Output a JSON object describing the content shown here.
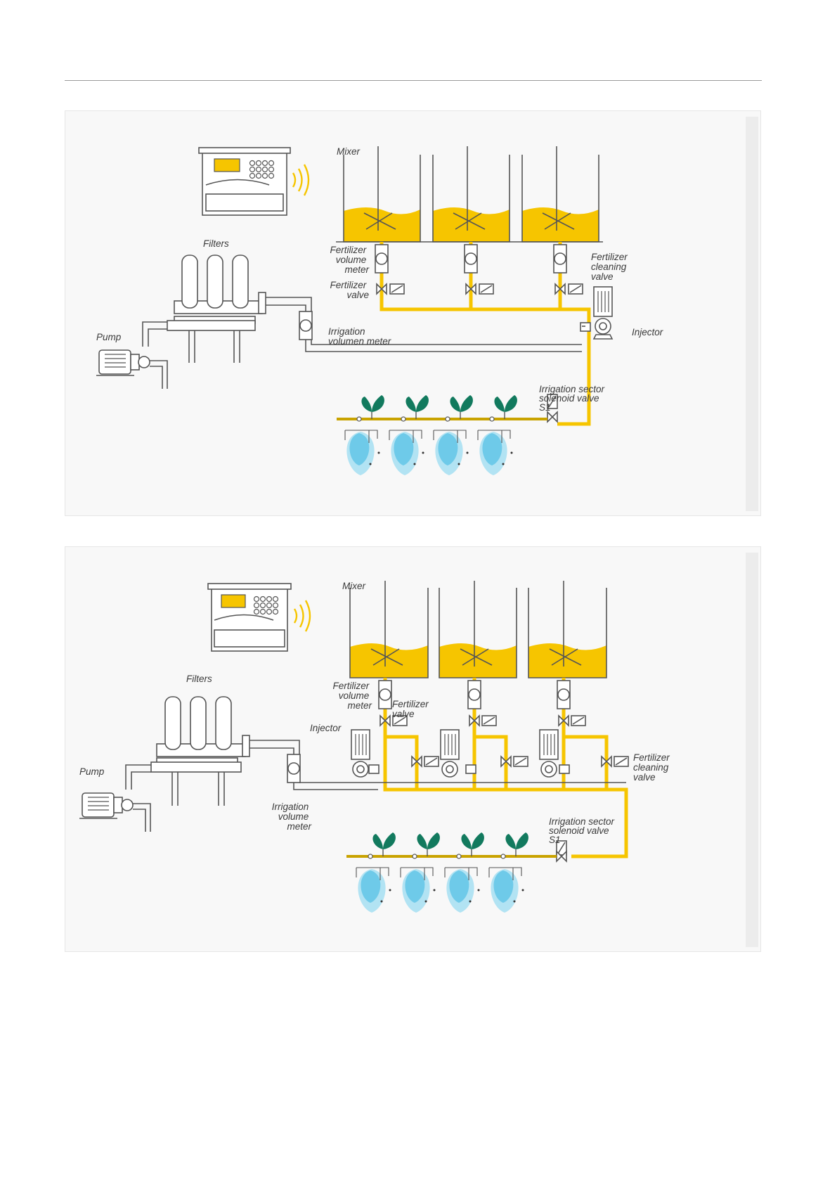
{
  "diagram_1": {
    "labels": {
      "mixer": "Mixer",
      "filters": "Filters",
      "pump": "Pump",
      "fert_meter": [
        "Fertilizer",
        "volume",
        "meter"
      ],
      "fert_valve": [
        "Fertilizer",
        "valve"
      ],
      "fert_cleaning": [
        "Fertilizer",
        "cleaning",
        "valve"
      ],
      "irrig_meter": [
        "Irrigation",
        "volumen meter"
      ],
      "injector": "Injector",
      "sector_valve": [
        "Irrigation sector",
        "solenoid valve",
        "S1"
      ]
    }
  },
  "diagram_2": {
    "labels": {
      "mixer": "Mixer",
      "filters": "Filters",
      "pump": "Pump",
      "fert_meter": [
        "Fertilizer",
        "volume",
        "meter"
      ],
      "fert_valve": [
        "Fertilizer",
        "valve"
      ],
      "injector": "Injector",
      "fert_cleaning": [
        "Fertilizer",
        "cleaning",
        "valve"
      ],
      "irrig_meter": [
        "Irrigation",
        "volume",
        "meter"
      ],
      "sector_valve": [
        "Irrigation sector",
        "solenoid valve",
        "S1"
      ]
    }
  },
  "colors": {
    "fertilizer": "#f6c500",
    "leaf": "#127a5e",
    "water": "#5cc3e6",
    "line": "#555555"
  }
}
